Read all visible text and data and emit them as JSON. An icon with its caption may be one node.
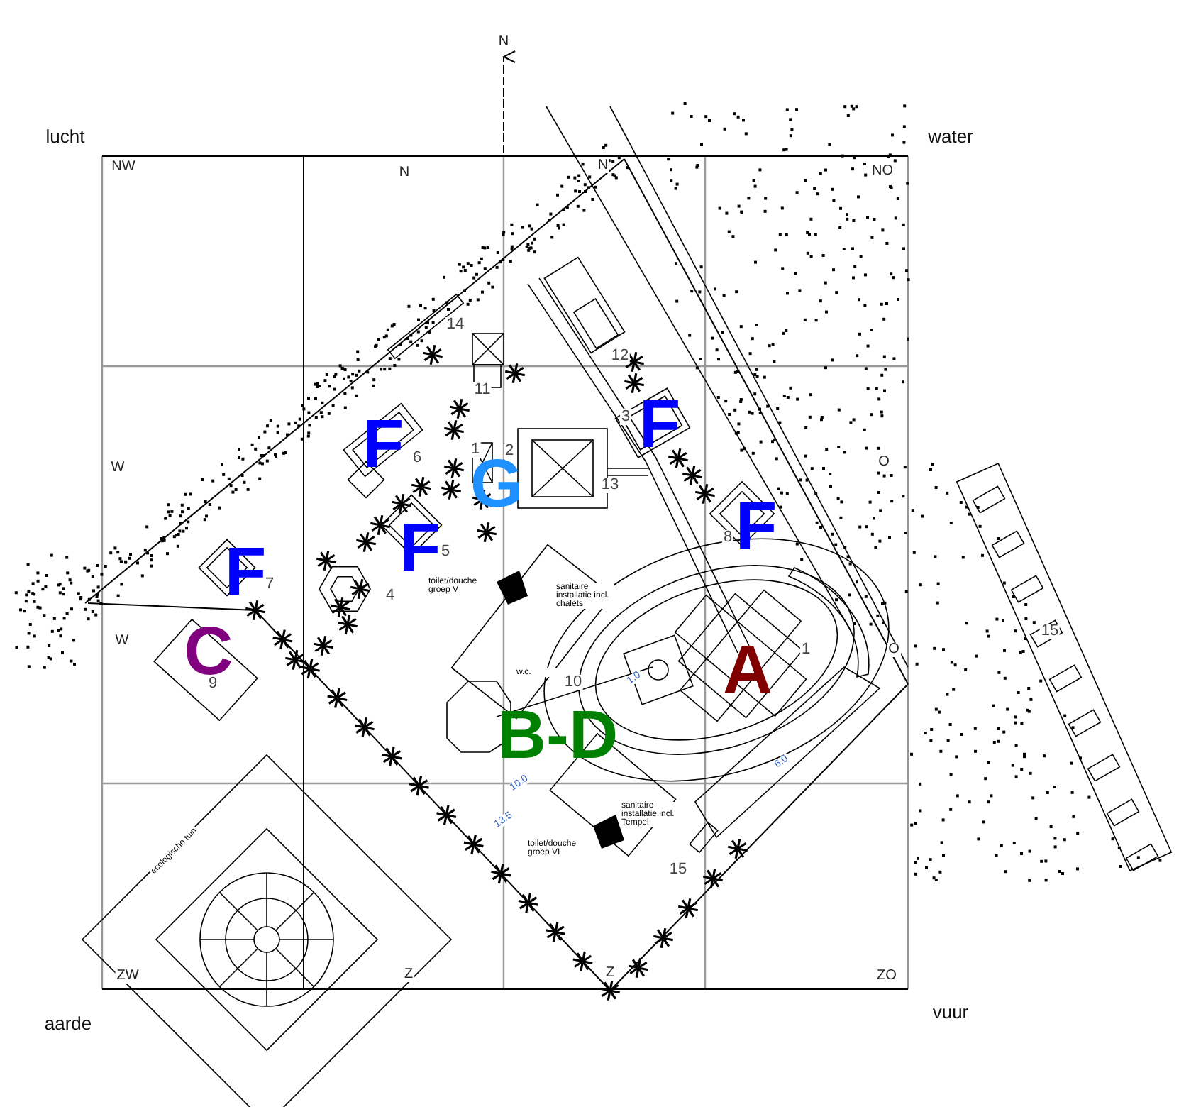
{
  "diagram": {
    "labels": [
      "N",
      "lucht",
      "water",
      "NW",
      "N",
      "N",
      "NO",
      "14",
      "12",
      "11",
      "F",
      "6",
      "1",
      "2",
      "3",
      "F",
      "W",
      "G",
      "13",
      "O",
      "F",
      "5",
      "8",
      "F",
      "F",
      "7",
      "4",
      "toilet/douche groep V",
      "sanitaire installatie incl. chalets",
      "O",
      "W",
      "C",
      "9",
      "A",
      "1",
      "w.c.",
      "10",
      "1.0",
      "B-D",
      "6.0",
      "15",
      "10.0",
      "sanitaire installatie incl. Tempel",
      "toilet/douche groep VI",
      "13.5",
      "15",
      "ecologische tuin",
      "ZW",
      "Z",
      "Z",
      "ZO",
      "aarde",
      "vuur"
    ]
  }
}
